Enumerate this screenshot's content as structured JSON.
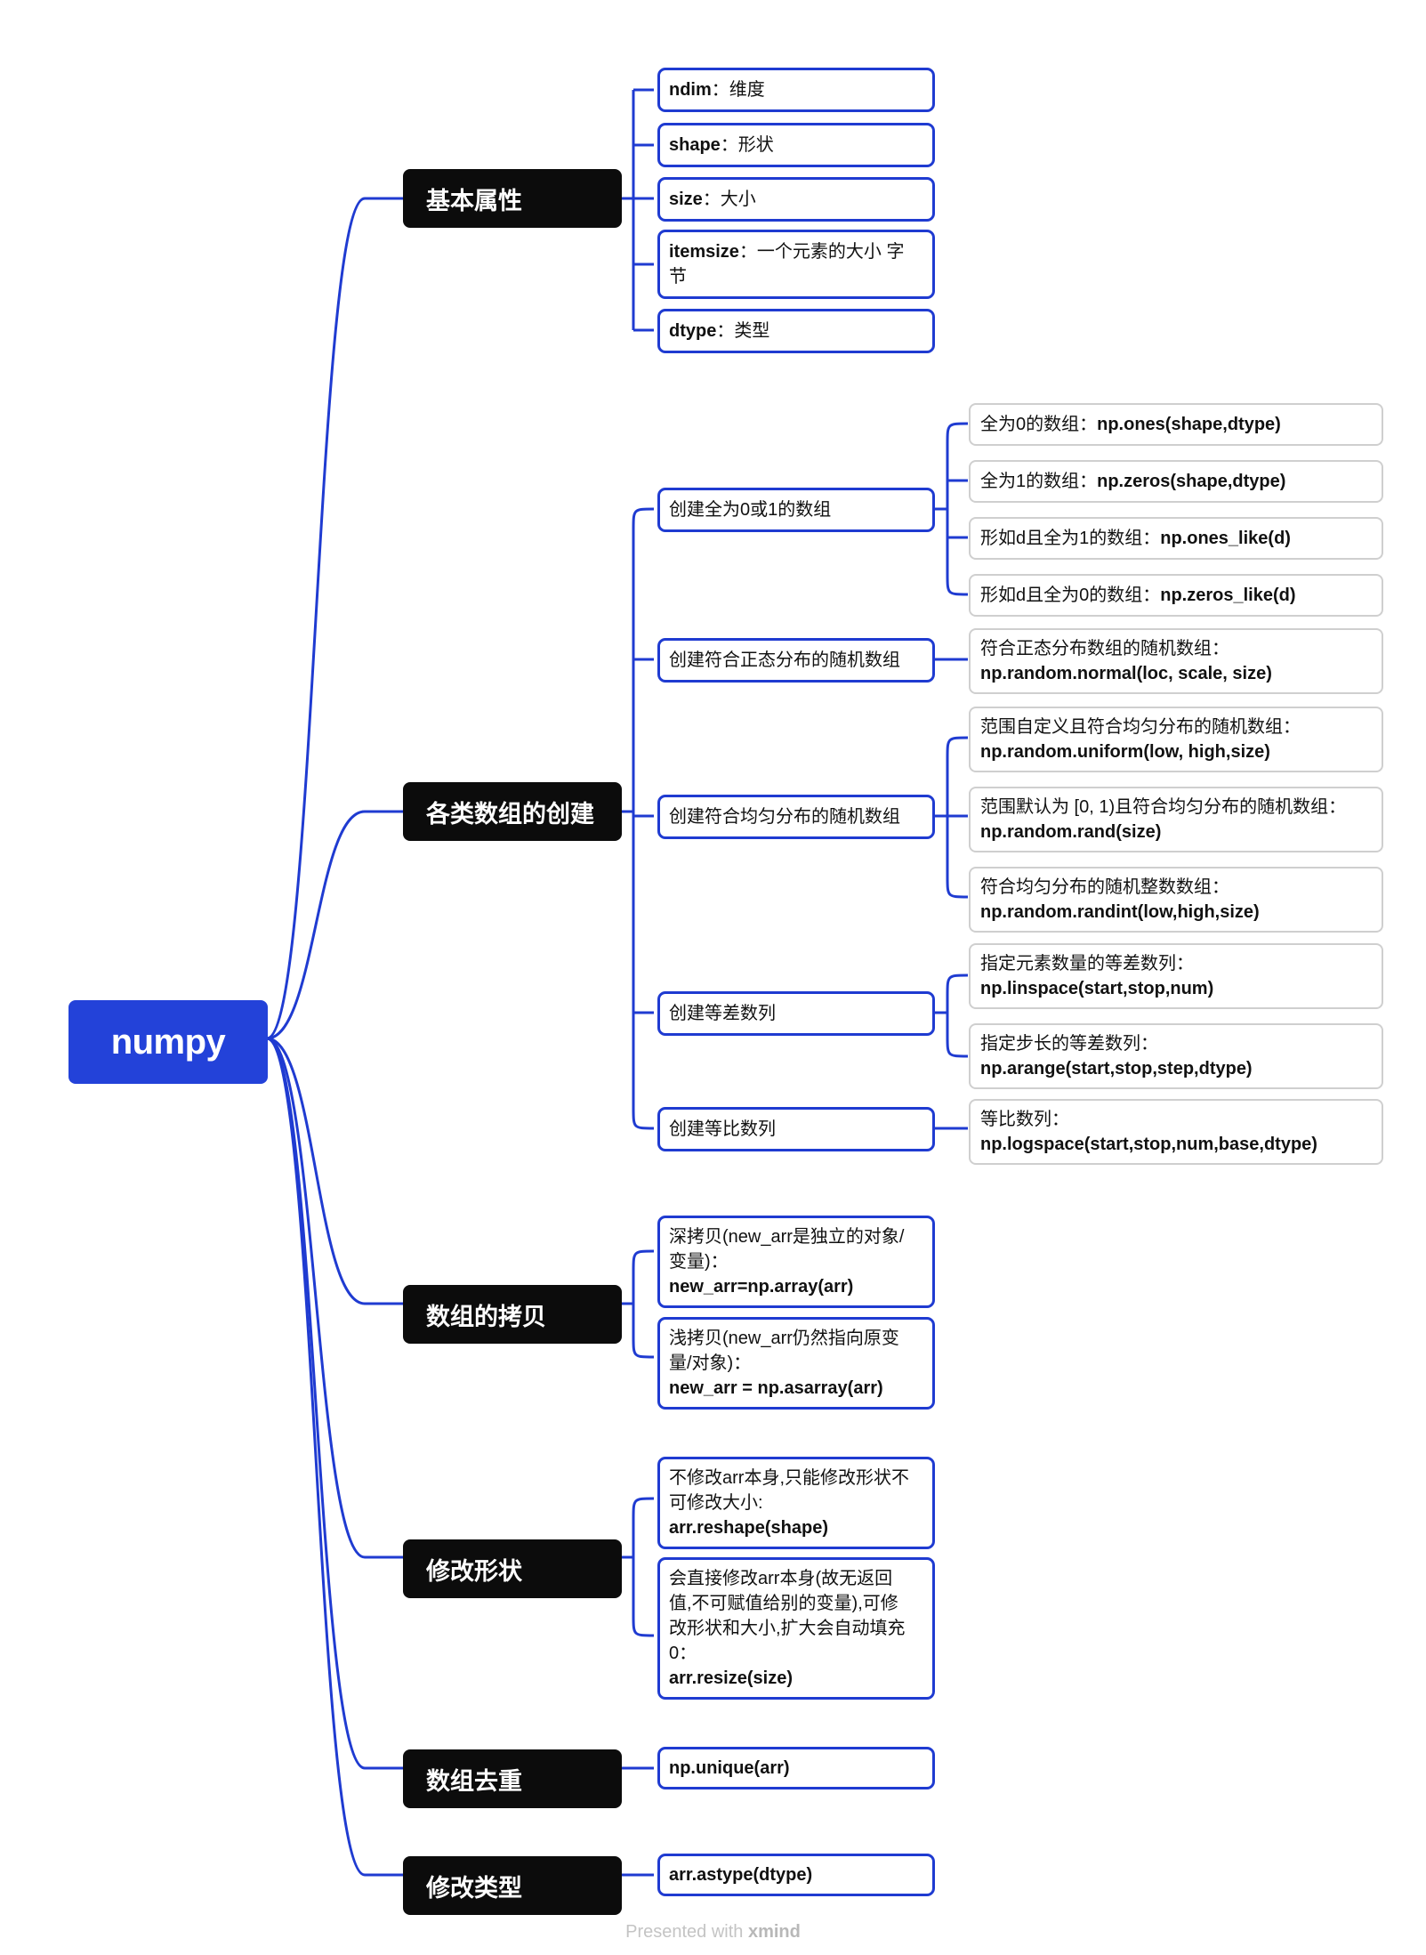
{
  "root": "numpy",
  "categories": {
    "basic": "基本属性",
    "create": "各类数组的创建",
    "copy": "数组的拷贝",
    "reshape": "修改形状",
    "unique": "数组去重",
    "astype": "修改类型"
  },
  "basic": [
    {
      "key": "ndim",
      "text": "：维度"
    },
    {
      "key": "shape",
      "text": "：形状"
    },
    {
      "key": "size",
      "text": "：大小"
    },
    {
      "key": "itemsize",
      "text": "：一个元素的大小 字",
      "text2": "节"
    },
    {
      "key": "dtype",
      "text": "：类型"
    }
  ],
  "create_groups": {
    "zeros_ones": "创建全为0或1的数组",
    "normal": "创建符合正态分布的随机数组",
    "uniform": "创建符合均匀分布的随机数组",
    "linspace": "创建等差数列",
    "logspace": "创建等比数列"
  },
  "create_leaves": {
    "ones": {
      "label": "全为0的数组：",
      "code": "np.ones(shape,dtype)"
    },
    "zeros": {
      "label": "全为1的数组：",
      "code": "np.zeros(shape,dtype)"
    },
    "ones_like": {
      "label": "形如d且全为1的数组：",
      "code": "np.ones_like(d)"
    },
    "zeros_like": {
      "label": "形如d且全为0的数组：",
      "code": "np.zeros_like(d)"
    },
    "normal": {
      "label": "符合正态分布数组的随机数组：",
      "code": "np.random.normal(loc, scale, size)"
    },
    "uniform": {
      "label": "范围自定义且符合均匀分布的随机数组：",
      "code": "np.random.uniform(low, high,size)"
    },
    "rand": {
      "label": "范围默认为 [0, 1)且符合均匀分布的随机数组：",
      "code": "np.random.rand(size)"
    },
    "randint": {
      "label": "符合均匀分布的随机整数数组：",
      "code": "np.random.randint(low,high,size)"
    },
    "linspace": {
      "label": "指定元素数量的等差数列：",
      "code": "np.linspace(start,stop,num)"
    },
    "arange": {
      "label": "指定步长的等差数列：",
      "code": "np.arange(start,stop,step,dtype)"
    },
    "logspace": {
      "label": "等比数列：",
      "code": "np.logspace(start,stop,num,base,dtype)"
    }
  },
  "copy": [
    {
      "line1": "深拷贝(new_arr是独立的对象/",
      "line2": "变量)：",
      "code": "new_arr=np.array(arr)"
    },
    {
      "line1": "浅拷贝(new_arr仍然指向原变",
      "line2": "量/对象)：",
      "code": "new_arr = np.asarray(arr)"
    }
  ],
  "reshape": [
    {
      "lines": [
        "不修改arr本身,只能修改形状不",
        "可修改大小:"
      ],
      "code": "arr.reshape(shape)"
    },
    {
      "lines": [
        "会直接修改arr本身(故无返回",
        "值,不可赋值给别的变量),可修",
        "改形状和大小,扩大会自动填充",
        "0："
      ],
      "code": "arr.resize(size)"
    }
  ],
  "unique": "np.unique(arr)",
  "astype": "arr.astype(dtype)",
  "footer": {
    "prefix": "Presented with ",
    "brand": "xmind"
  },
  "colors": {
    "root": "#2342d9",
    "line": "#1f3bd1",
    "category": "#0c0c0c",
    "grey_border": "#cfcfcf"
  }
}
